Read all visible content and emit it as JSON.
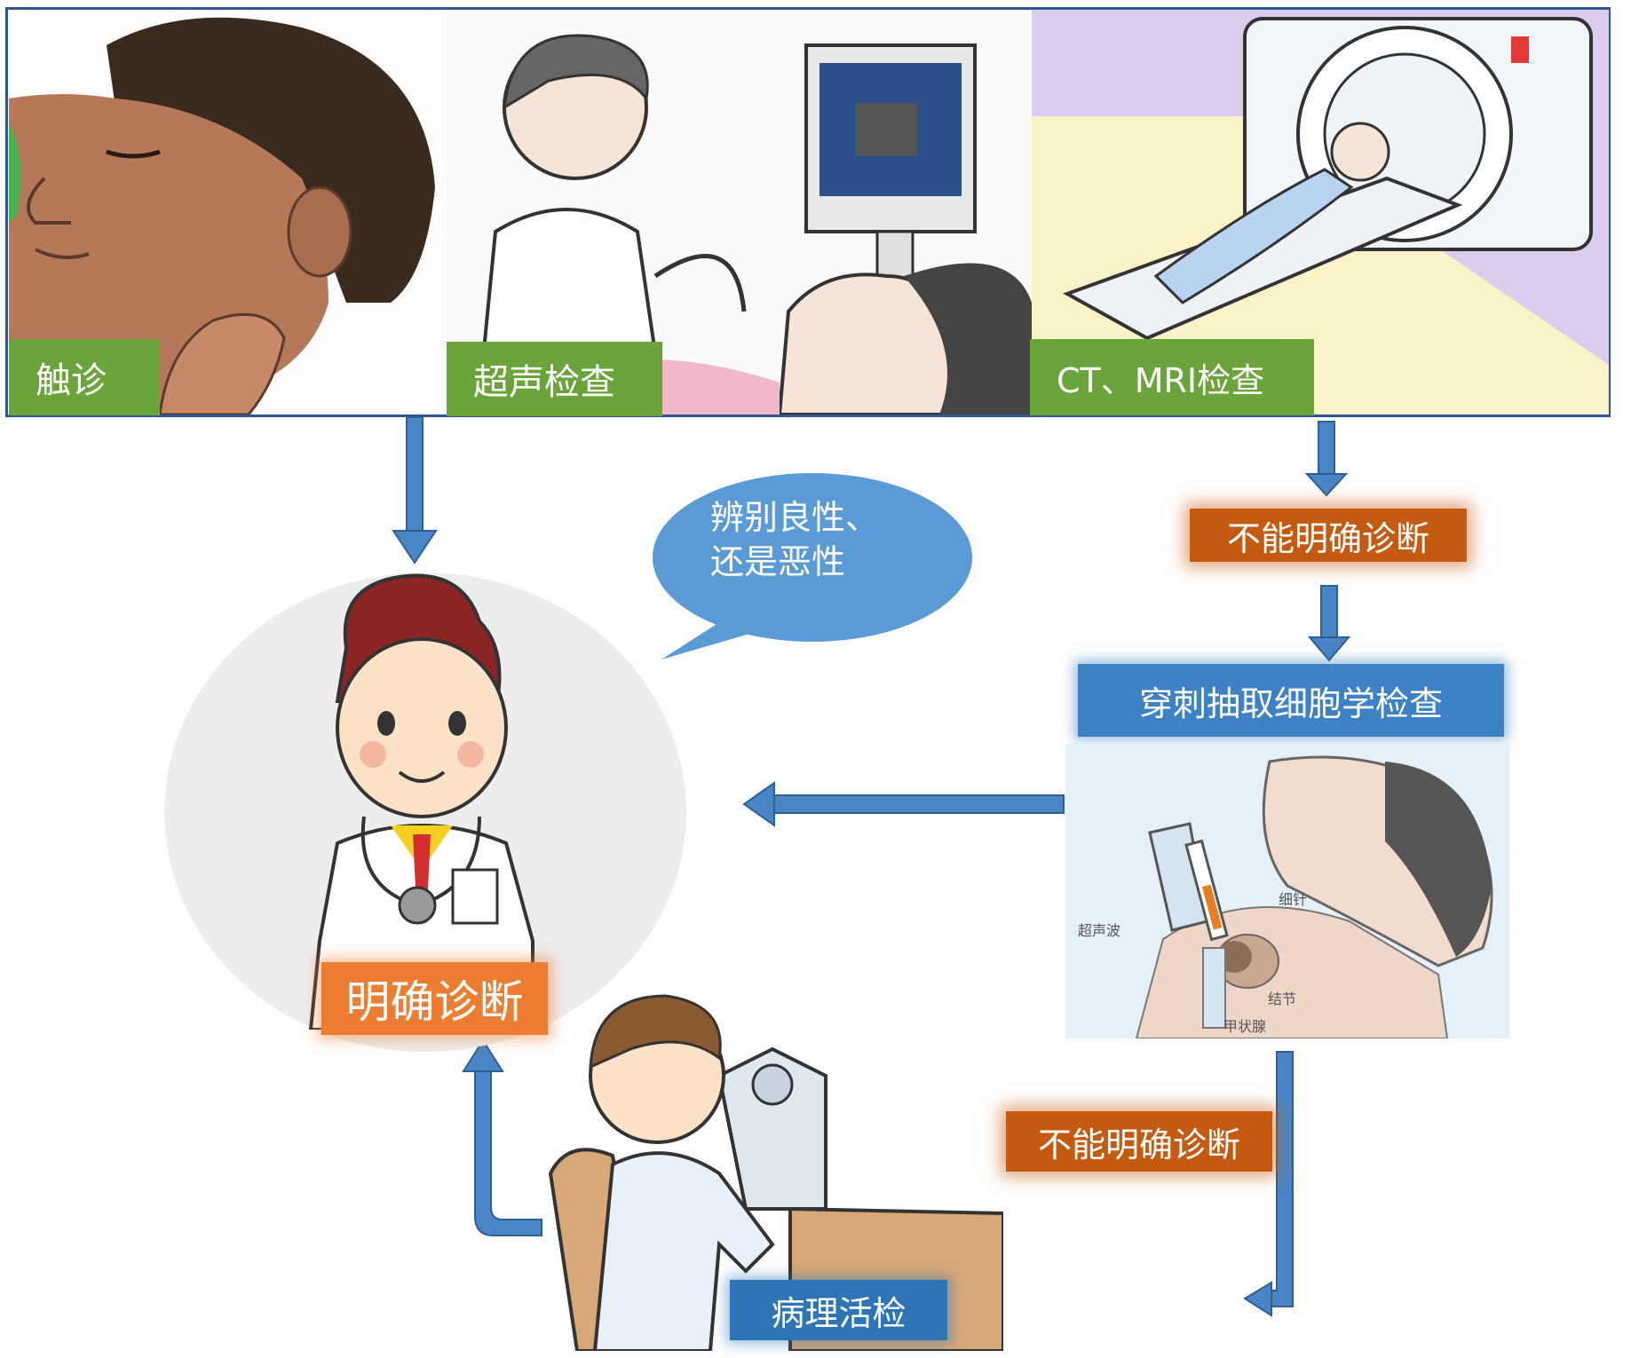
{
  "top_panels": {
    "palpation_label": "触诊",
    "ultrasound_label": "超声检查",
    "ct_mri_label": "CT、MRI检查"
  },
  "speech_bubble": {
    "line1": "辨别良性、",
    "line2": "还是恶性"
  },
  "flow": {
    "not_clear_1": "不能明确诊断",
    "fna_label": "穿刺抽取细胞学检查",
    "not_clear_2": "不能明确诊断",
    "biopsy_label": "病理活检",
    "diagnosis_label": "明确诊断"
  },
  "fna_illustration": {
    "needle_label": "细针",
    "ultrasound_label": "超声波",
    "nodule_label": "结节",
    "thyroid_label": "甲状腺"
  },
  "colors": {
    "green": "#6aa43a",
    "orange_dark": "#c55a11",
    "orange": "#ed7d31",
    "blue": "#5b9bd5",
    "blue_dark": "#2e75b6",
    "border_blue": "#2f5597"
  }
}
